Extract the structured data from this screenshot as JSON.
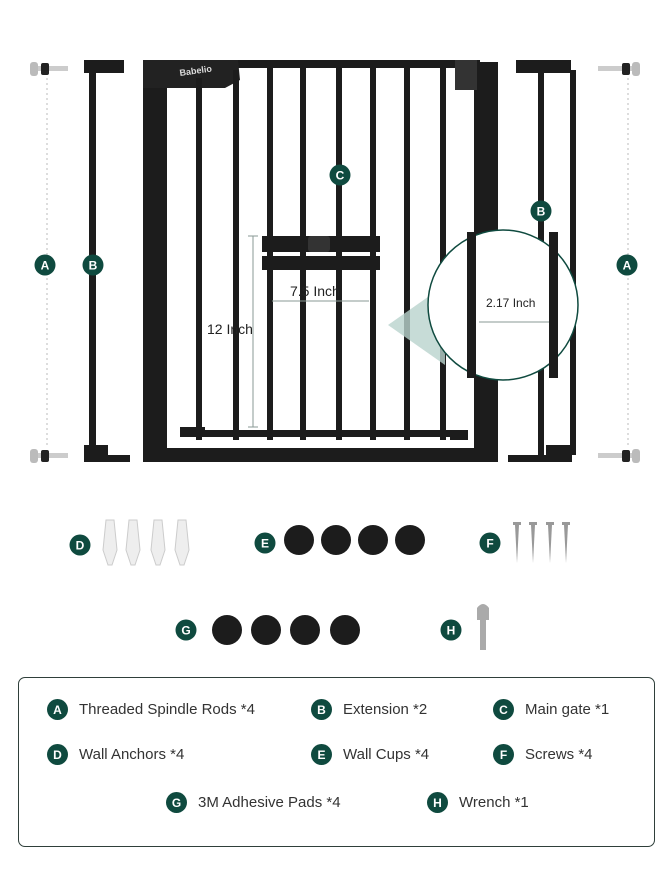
{
  "brand": "Babelio",
  "colors": {
    "badge": "#0f4a3f",
    "gate": "#1c1c1c",
    "border": "#2f3f3a"
  },
  "labels": {
    "A": "A",
    "B": "B",
    "C": "C",
    "D": "D",
    "E": "E",
    "F": "F",
    "G": "G",
    "H": "H"
  },
  "measurements": {
    "height": "12 Inch",
    "width": "7.5 Inch",
    "bar_gap": "2.17 Inch"
  },
  "legend": [
    {
      "badge": "A",
      "text": "Threaded Spindle Rods *4"
    },
    {
      "badge": "B",
      "text": "Extension *2"
    },
    {
      "badge": "C",
      "text": "Main gate *1"
    },
    {
      "badge": "D",
      "text": "Wall Anchors *4"
    },
    {
      "badge": "E",
      "text": "Wall Cups *4"
    },
    {
      "badge": "F",
      "text": "Screws *4"
    },
    {
      "badge": "G",
      "text": "3M Adhesive Pads *4"
    },
    {
      "badge": "H",
      "text": "Wrench *1"
    }
  ]
}
